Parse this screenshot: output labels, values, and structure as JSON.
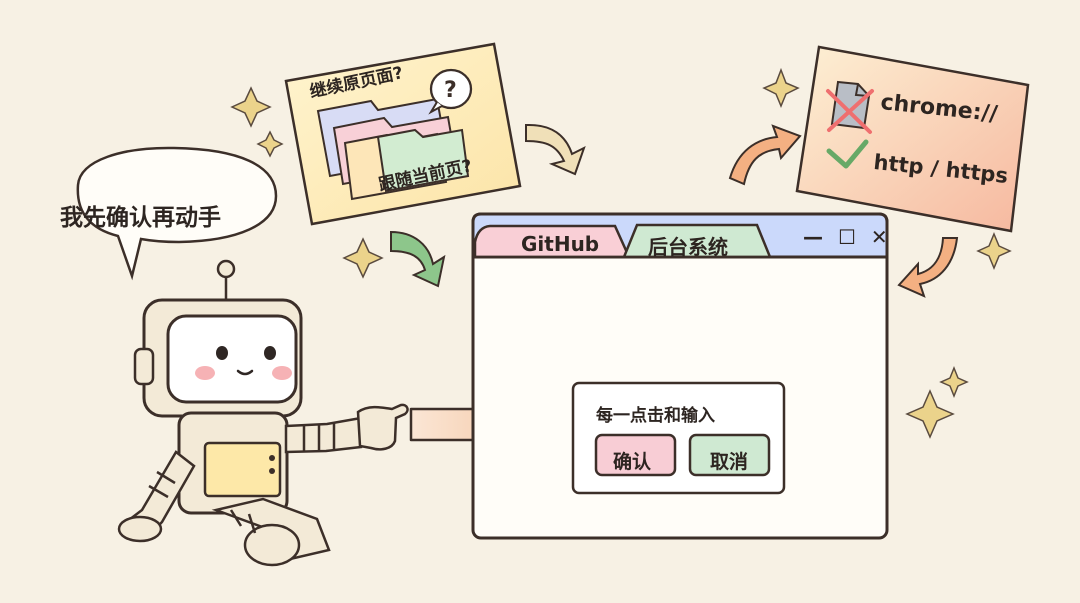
{
  "speech": {
    "text": "我先确认再动手"
  },
  "question_card": {
    "question_top": "继续原页面?",
    "question_bottom": "跟随当前页?",
    "question_icon": "question-mark-icon",
    "folder_colors": [
      "#d8dcf5",
      "#f8d0d7",
      "#fde6b8",
      "#d2ecd1"
    ]
  },
  "protocol_card": {
    "blocked_label": "chrome://",
    "allowed_label": "http / https",
    "blocked_icon": "crossed-file-icon",
    "allowed_icon": "check-icon"
  },
  "browser": {
    "tabs": [
      {
        "label": "GitHub",
        "color": "#f9cfd6"
      },
      {
        "label": "后台系统",
        "color": "#cfe9d2"
      }
    ],
    "controls": "— ☐ ✕",
    "dialog": {
      "message": "每一点击和输入",
      "confirm_label": "确认",
      "cancel_label": "取消"
    }
  },
  "colors": {
    "background": "#f7f1e4",
    "outline": "#2f2724",
    "pink": "#f8cdd5",
    "green": "#cfe9d2",
    "blue": "#cbd9fb",
    "yellow": "#fde8a8",
    "orange": "#f6b89b",
    "arrow_orange": "#f3bb8f",
    "arrow_green": "#8dc68b",
    "sparkle": "#ebd38b"
  }
}
